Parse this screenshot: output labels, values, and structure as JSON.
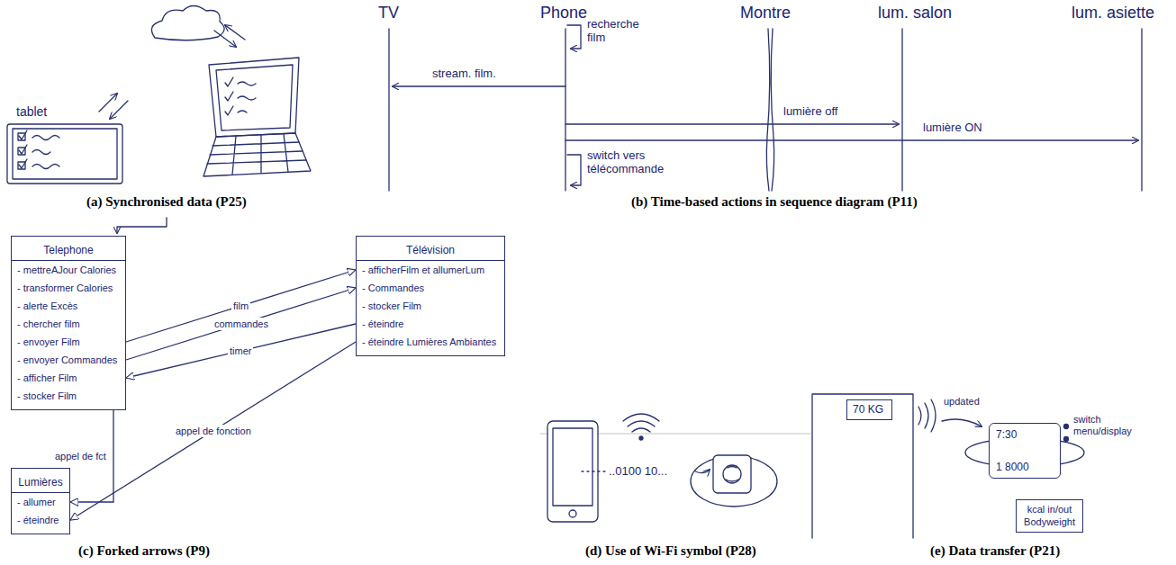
{
  "diagram": {
    "nodes": [
      {
        "text": [
          "Telephone",
          "- mettreAJour Calories",
          "- transformer Calories",
          "- alerte Excès",
          "- chercher film",
          "- envoyer Film",
          "- envoyer Commandes",
          "- afficher Film",
          "- stocker Film"
        ]
      },
      {
        "text": [
          "Télévision",
          "- afficherFilm et allumerLum",
          "- Commandes",
          "- stocker Film",
          "- éteindre",
          "- éteindre Lumières Ambiantes"
        ]
      },
      {
        "text": [
          "Lumières",
          "- allumer",
          "- éteindre"
        ]
      },
      {
        "text": [
          "70 KG"
        ]
      },
      {
        "text": [
          "7:30",
          "1 8000"
        ]
      },
      {
        "text": [
          "kcal in/out",
          "Bodyweight"
        ]
      }
    ],
    "edges": [
      {
        "from": 0,
        "to": 1,
        "label": "film",
        "arrow": "to"
      },
      {
        "from": 0,
        "to": 1,
        "label": "commandes",
        "arrow": "to"
      },
      {
        "from": 1,
        "to": 0,
        "label": "timer",
        "arrow": "to"
      },
      {
        "from": 0,
        "to": 2,
        "label": "appel de fct",
        "arrow": "to"
      },
      {
        "from": 1,
        "to": 2,
        "label": "appel de fonction",
        "arrow": "to"
      }
    ],
    "labels": [
      "tablet",
      "(a) Synchronised data (P25)",
      "TV",
      "Phone",
      "Montre",
      "lum. salon",
      "lum. asiette",
      "recherche film",
      "stream. film.",
      "lumière off",
      "lumière ON",
      "switch vers télécommande",
      "(b) Time-based actions in sequence diagram (P11)",
      "(c) Forked arrows (P9)",
      "..0100 10...",
      "(d) Use of Wi-Fi symbol (P28)",
      "updated",
      "switch menu/display",
      "(e) Data transfer (P21)"
    ]
  }
}
